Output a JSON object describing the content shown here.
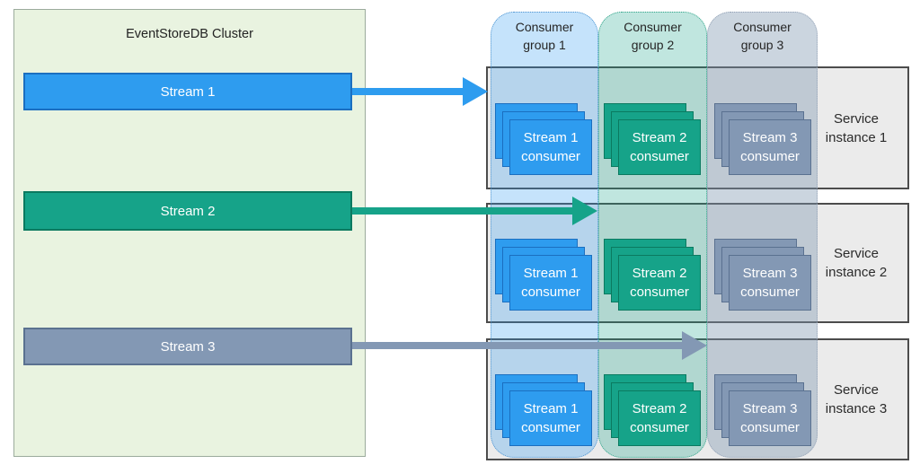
{
  "cluster": {
    "title": "EventStoreDB Cluster",
    "streams": [
      {
        "label": "Stream 1",
        "color": "#2e9cef",
        "border_color": "#1b6fc0"
      },
      {
        "label": "Stream 2",
        "color": "#16a389",
        "border_color": "#0b7a60"
      },
      {
        "label": "Stream 3",
        "color": "#8398b4",
        "border_color": "#5a7190"
      }
    ]
  },
  "consumer_groups": [
    {
      "label": "Consumer group 1",
      "fill": "rgba(45,156,240,0.28)",
      "border_color": "#4e94d0"
    },
    {
      "label": "Consumer group 2",
      "fill": "rgba(23,162,135,0.27)",
      "border_color": "#33a58a"
    },
    {
      "label": "Consumer group 3",
      "fill": "rgba(126,149,176,0.40)",
      "border_color": "#93a2b6"
    }
  ],
  "service_instances": [
    {
      "label": "Service instance 1"
    },
    {
      "label": "Service instance 2"
    },
    {
      "label": "Service instance 3"
    }
  ],
  "consumers": [
    [
      {
        "label": "Stream 1 consumer"
      },
      {
        "label": "Stream 2 consumer"
      },
      {
        "label": "Stream 3 consumer"
      }
    ],
    [
      {
        "label": "Stream 1 consumer"
      },
      {
        "label": "Stream 2 consumer"
      },
      {
        "label": "Stream 3 consumer"
      }
    ],
    [
      {
        "label": "Stream 1 consumer"
      },
      {
        "label": "Stream 2 consumer"
      },
      {
        "label": "Stream 3 consumer"
      }
    ]
  ],
  "arrows": [
    {
      "name": "stream-1-to-consumer-group-1",
      "color": "#2e9cef"
    },
    {
      "name": "stream-2-to-consumer-group-2",
      "color": "#16a389"
    },
    {
      "name": "stream-3-to-consumer-group-3",
      "color": "#8398b4"
    }
  ],
  "colors": {
    "cluster_bg": "#e9f3e0",
    "cluster_border": "#9bab9c",
    "service_row_bg": "#ebebeb",
    "service_row_border": "#4c4c4c"
  }
}
